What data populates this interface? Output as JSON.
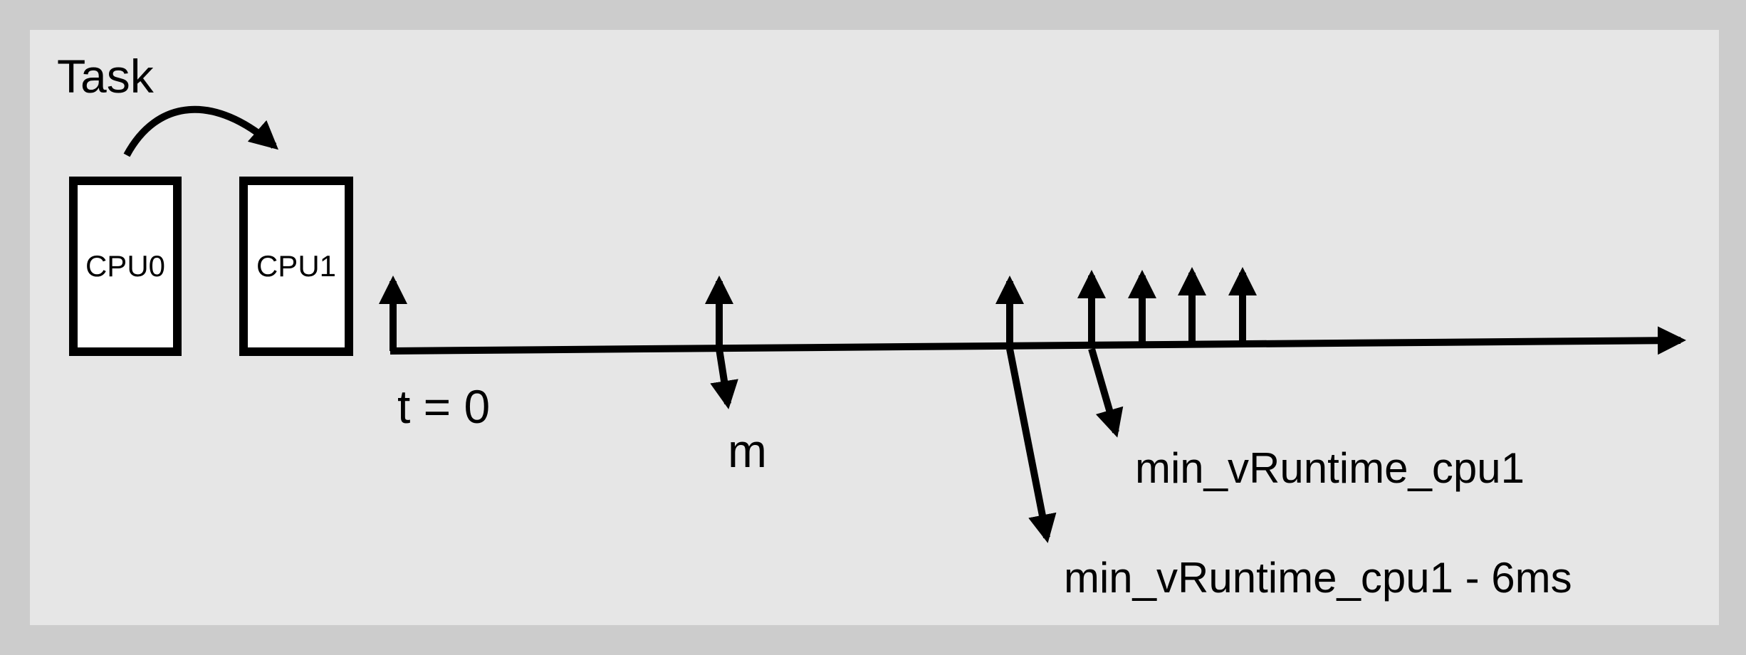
{
  "task_label": "Task",
  "cpus": [
    {
      "label": "CPU0"
    },
    {
      "label": "CPU1"
    }
  ],
  "labels": {
    "t0": "t = 0",
    "m": "m",
    "min_cpu1": "min_vRuntime_cpu1",
    "min_cpu1_minus": "min_vRuntime_cpu1 - 6ms"
  },
  "colors": {
    "background": "#cccccc",
    "panel": "#e6e6e6",
    "stroke": "#000000",
    "box_fill": "#ffffff"
  }
}
